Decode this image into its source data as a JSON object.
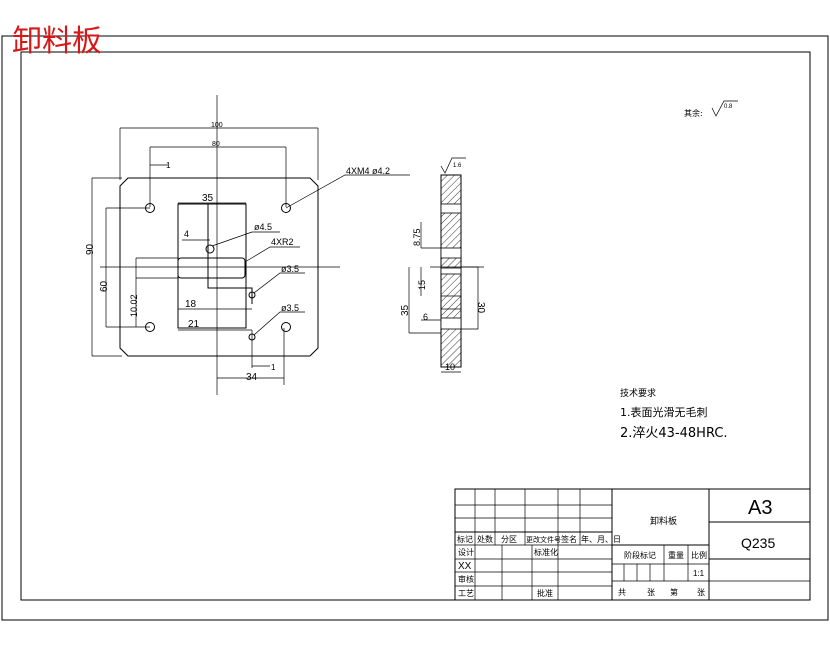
{
  "title": "卸料板",
  "roughness_note": {
    "label": "其余:",
    "value": "0.8"
  },
  "plan": {
    "dim_width": "100",
    "dim_hole_span": "80",
    "dim_height": "90",
    "dim_hole_height": "60",
    "dim_slot_width": "35",
    "dim_1a": "1",
    "dim_4": "4",
    "dim_10_02": "10.02",
    "dim_18": "18",
    "dim_21": "21",
    "dim_34": "34",
    "dim_1b": "1",
    "callout_tap": "4XM4 ø4.2",
    "callout_hole45": "ø4.5",
    "callout_r2": "4XR2",
    "callout_hole35a": "ø3.5",
    "callout_hole35b": "ø3.5"
  },
  "section": {
    "roughness": "1.6",
    "dim_8_75": "8.75",
    "dim_15": "15",
    "dim_35": "35",
    "dim_30": "30",
    "dim_6": "6",
    "dim_10": "10"
  },
  "tech_req": {
    "heading": "技术要求",
    "items": [
      "1.表面光滑无毛刺",
      "2.淬火43-48HRC."
    ]
  },
  "title_block": {
    "part_name": "卸料板",
    "sheet_size": "A3",
    "material": "Q235",
    "header_labels": [
      "标记",
      "处数",
      "分区",
      "更改文件号",
      "签名",
      "年、月、日"
    ],
    "row_design": "设计",
    "row_standard": "标准化",
    "row_xx": "XX",
    "row_review": "审核",
    "row_process": "工艺",
    "row_approve": "批准",
    "stage_label": "阶段标记",
    "weight_label": "重量",
    "scale_label": "比例",
    "scale_value": "1:1",
    "total_label": "共",
    "sheets_label": "张",
    "page_label": "第",
    "page_sheets_label": "张"
  }
}
